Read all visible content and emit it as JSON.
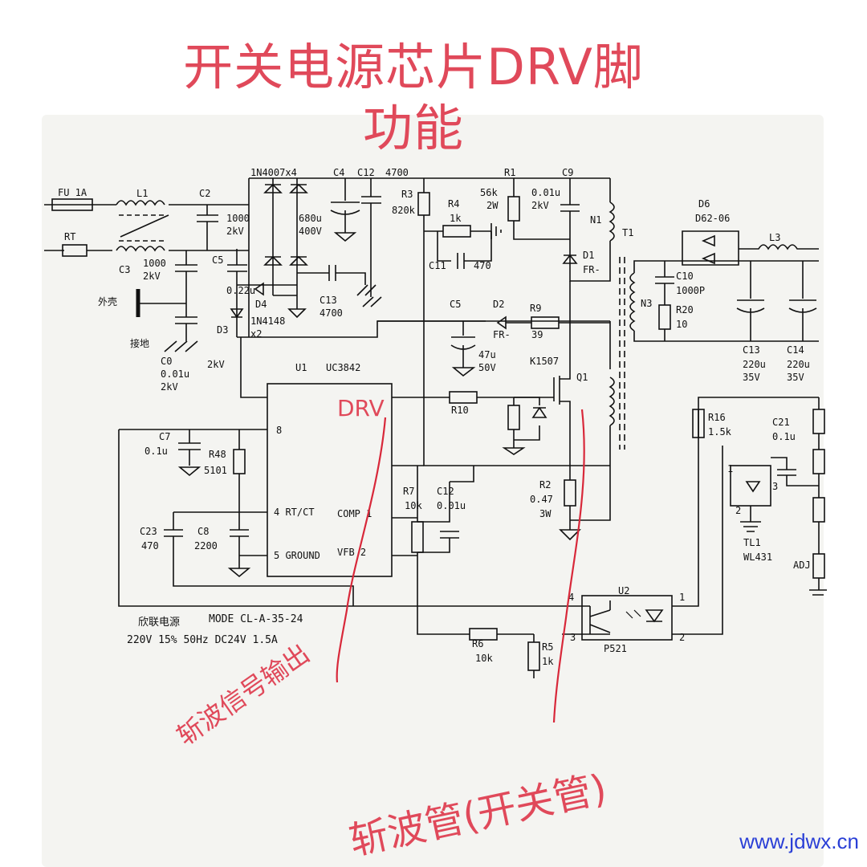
{
  "title_line1": "开关电源芯片DRV脚",
  "title_line2": "功能",
  "annotations": {
    "drv": "DRV",
    "chopper_signal_output": "斩波信号输出",
    "chopper_tube": "斩波管(开关管)"
  },
  "watermark": "www.jdwx.cn",
  "footer": {
    "brand": "欣联电源",
    "model": "MODE CL-A-35-24",
    "spec": "220V 15% 50Hz DC24V 1.5A"
  },
  "components": [
    {
      "id": "fu",
      "text": "FU 1A"
    },
    {
      "id": "l1",
      "text": "L1"
    },
    {
      "id": "c2",
      "text": "C2"
    },
    {
      "id": "c2v",
      "text": "1000"
    },
    {
      "id": "c2k",
      "text": "2kV"
    },
    {
      "id": "rt",
      "text": "RT"
    },
    {
      "id": "c3",
      "text": "C3"
    },
    {
      "id": "c3v",
      "text": "1000"
    },
    {
      "id": "c3k",
      "text": "2kV"
    },
    {
      "id": "shell",
      "text": "外壳"
    },
    {
      "id": "ground",
      "text": "接地"
    },
    {
      "id": "c0",
      "text": "C0"
    },
    {
      "id": "c0v",
      "text": "0.01u"
    },
    {
      "id": "c0k",
      "text": "2kV"
    },
    {
      "id": "bridge",
      "text": "1N4007x4"
    },
    {
      "id": "c4",
      "text": "C4"
    },
    {
      "id": "c12a",
      "text": "C12"
    },
    {
      "id": "c12a_v",
      "text": "4700"
    },
    {
      "id": "c4v",
      "text": "680u"
    },
    {
      "id": "c4k",
      "text": "400V"
    },
    {
      "id": "c5a",
      "text": "C5"
    },
    {
      "id": "c5a_v",
      "text": "0.22u"
    },
    {
      "id": "d4",
      "text": "D4"
    },
    {
      "id": "d3",
      "text": "D3"
    },
    {
      "id": "d3p",
      "text": "1N4148"
    },
    {
      "id": "d3x",
      "text": "x2"
    },
    {
      "id": "c13a",
      "text": "C13"
    },
    {
      "id": "c13a_v",
      "text": "4700"
    },
    {
      "id": "kv2",
      "text": "2kV"
    },
    {
      "id": "r3",
      "text": "R3"
    },
    {
      "id": "r3v",
      "text": "820k"
    },
    {
      "id": "r4",
      "text": "R4"
    },
    {
      "id": "r4v",
      "text": "1k"
    },
    {
      "id": "c11",
      "text": "C11"
    },
    {
      "id": "c11v",
      "text": "470"
    },
    {
      "id": "r1",
      "text": "R1"
    },
    {
      "id": "r1v",
      "text": "56k"
    },
    {
      "id": "r1w",
      "text": "2W"
    },
    {
      "id": "c9",
      "text": "C9"
    },
    {
      "id": "c9v",
      "text": "0.01u"
    },
    {
      "id": "c9k",
      "text": "2kV"
    },
    {
      "id": "n1",
      "text": "N1"
    },
    {
      "id": "t1",
      "text": "T1"
    },
    {
      "id": "d1",
      "text": "D1"
    },
    {
      "id": "d1f",
      "text": "FR-"
    },
    {
      "id": "c5b",
      "text": "C5"
    },
    {
      "id": "c5b_v",
      "text": "47u"
    },
    {
      "id": "c5b_k",
      "text": "50V"
    },
    {
      "id": "d2",
      "text": "D2"
    },
    {
      "id": "d2f",
      "text": "FR-"
    },
    {
      "id": "r9",
      "text": "R9"
    },
    {
      "id": "r9v",
      "text": "39"
    },
    {
      "id": "k1507",
      "text": "K1507"
    },
    {
      "id": "q1",
      "text": "Q1"
    },
    {
      "id": "u1",
      "text": "U1"
    },
    {
      "id": "uc",
      "text": "UC3842"
    },
    {
      "id": "r10",
      "text": "R10"
    },
    {
      "id": "c7",
      "text": "C7"
    },
    {
      "id": "c7v",
      "text": "0.1u"
    },
    {
      "id": "r48",
      "text": "R48"
    },
    {
      "id": "r48v",
      "text": "5101"
    },
    {
      "id": "p8",
      "text": "8"
    },
    {
      "id": "p4",
      "text": "4 RT/CT"
    },
    {
      "id": "p5",
      "text": "5 GROUND"
    },
    {
      "id": "comp",
      "text": "COMP 1"
    },
    {
      "id": "vfb",
      "text": "VFB 2"
    },
    {
      "id": "c23",
      "text": "C23"
    },
    {
      "id": "c23v",
      "text": "470"
    },
    {
      "id": "c8",
      "text": "C8"
    },
    {
      "id": "c8v",
      "text": "2200"
    },
    {
      "id": "r7",
      "text": "R7"
    },
    {
      "id": "r7v",
      "text": "10k"
    },
    {
      "id": "c12b",
      "text": "C12"
    },
    {
      "id": "c12b_v",
      "text": "0.01u"
    },
    {
      "id": "r2",
      "text": "R2"
    },
    {
      "id": "r2v",
      "text": "0.47"
    },
    {
      "id": "r2w",
      "text": "3W"
    },
    {
      "id": "d6",
      "text": "D6"
    },
    {
      "id": "d6p",
      "text": "D62-06"
    },
    {
      "id": "l3",
      "text": "L3"
    },
    {
      "id": "c10",
      "text": "C10"
    },
    {
      "id": "c10v",
      "text": "1000P"
    },
    {
      "id": "n3",
      "text": "N3"
    },
    {
      "id": "r20",
      "text": "R20"
    },
    {
      "id": "r20v",
      "text": "10"
    },
    {
      "id": "c13b",
      "text": "C13"
    },
    {
      "id": "c13b_v",
      "text": "220u"
    },
    {
      "id": "c13b_k",
      "text": "35V"
    },
    {
      "id": "c14",
      "text": "C14"
    },
    {
      "id": "c14v",
      "text": "220u"
    },
    {
      "id": "c14k",
      "text": "35V"
    },
    {
      "id": "r16",
      "text": "R16"
    },
    {
      "id": "r16v",
      "text": "1.5k"
    },
    {
      "id": "c21",
      "text": "C21"
    },
    {
      "id": "c21v",
      "text": "0.1u"
    },
    {
      "id": "tl1",
      "text": "TL1"
    },
    {
      "id": "tl431",
      "text": "WL431"
    },
    {
      "id": "adj",
      "text": "ADJ"
    },
    {
      "id": "u2",
      "text": "U2"
    },
    {
      "id": "p521",
      "text": "P521"
    },
    {
      "id": "r6",
      "text": "R6"
    },
    {
      "id": "r6v",
      "text": "10k"
    },
    {
      "id": "r5",
      "text": "R5"
    },
    {
      "id": "r5v",
      "text": "1k"
    },
    {
      "id": "u2p1",
      "text": "1"
    },
    {
      "id": "u2p2",
      "text": "2"
    },
    {
      "id": "u2p3",
      "text": "3"
    },
    {
      "id": "u2p4",
      "text": "4"
    },
    {
      "id": "tlp1",
      "text": "1"
    },
    {
      "id": "tlp2",
      "text": "2"
    },
    {
      "id": "tlp3",
      "text": "3"
    }
  ]
}
